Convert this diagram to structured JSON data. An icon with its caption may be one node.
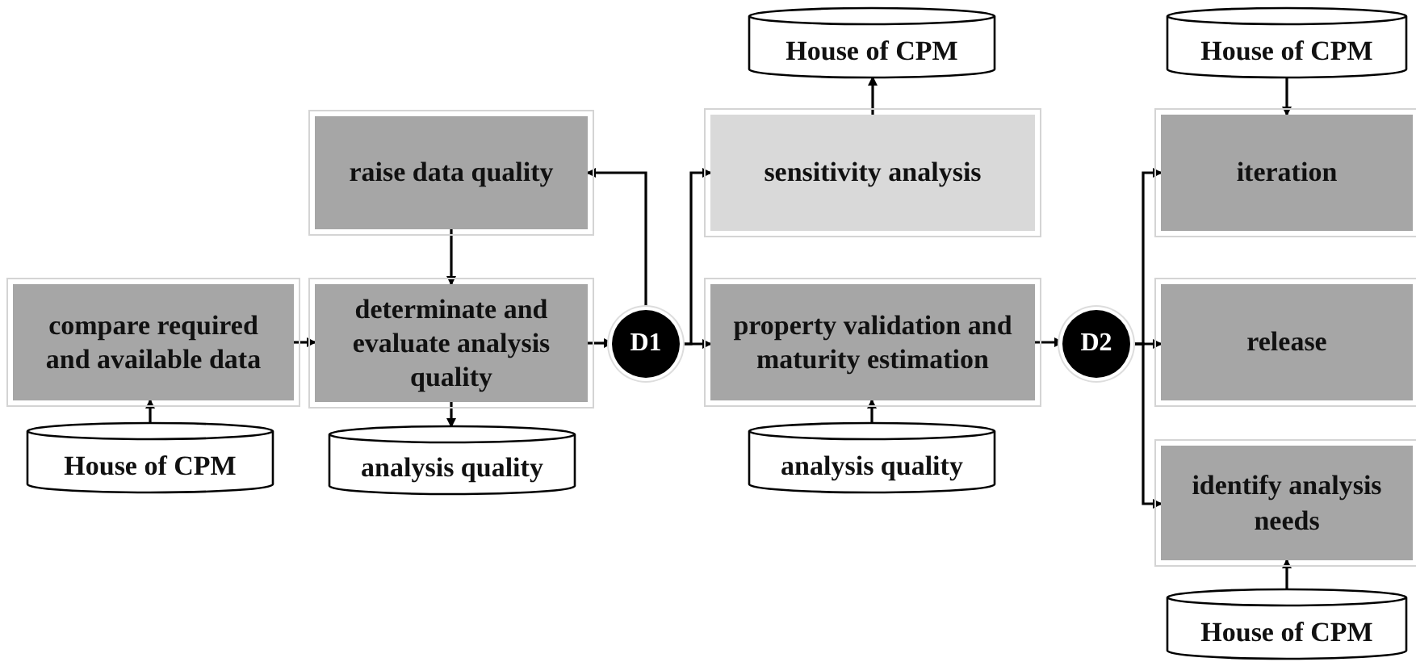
{
  "diagram": {
    "nodes": [
      {
        "text": [
          "House of CPM"
        ]
      },
      {
        "text": [
          "House of CPM"
        ]
      },
      {
        "text": [
          "raise data quality"
        ]
      },
      {
        "text": [
          "sensitivity analysis"
        ]
      },
      {
        "text": [
          "iteration"
        ]
      },
      {
        "text": [
          "compare required and available data"
        ]
      },
      {
        "text": [
          "determinate and evaluate analysis quality"
        ]
      },
      {
        "text": [
          "D1"
        ]
      },
      {
        "text": [
          "property validation and maturity estimation"
        ]
      },
      {
        "text": [
          "D2"
        ]
      },
      {
        "text": [
          "release"
        ]
      },
      {
        "text": [
          "House of CPM"
        ]
      },
      {
        "text": [
          "analysis quality"
        ]
      },
      {
        "text": [
          "analysis quality"
        ]
      },
      {
        "text": [
          "identify analysis needs"
        ]
      },
      {
        "text": [
          "House of CPM"
        ]
      }
    ],
    "edges": [
      {
        "from": 11,
        "to": 5,
        "arrow": "to"
      },
      {
        "from": 5,
        "to": 6,
        "arrow": "to"
      },
      {
        "from": 2,
        "to": 6,
        "arrow": "to"
      },
      {
        "from": 6,
        "to": 12,
        "arrow": "to"
      },
      {
        "from": 6,
        "to": 7,
        "arrow": "to"
      },
      {
        "from": 7,
        "to": 2,
        "arrow": "to"
      },
      {
        "from": 7,
        "to": 3,
        "arrow": "to"
      },
      {
        "from": 7,
        "to": 8,
        "arrow": "to"
      },
      {
        "from": 3,
        "to": 0,
        "arrow": "to"
      },
      {
        "from": 13,
        "to": 8,
        "arrow": "to"
      },
      {
        "from": 8,
        "to": 9,
        "arrow": "to"
      },
      {
        "from": 1,
        "to": 4,
        "arrow": "to"
      },
      {
        "from": 9,
        "to": 4,
        "arrow": "to"
      },
      {
        "from": 9,
        "to": 10,
        "arrow": "to"
      },
      {
        "from": 9,
        "to": 14,
        "arrow": "to"
      },
      {
        "from": 15,
        "to": 14,
        "arrow": "to"
      }
    ]
  }
}
